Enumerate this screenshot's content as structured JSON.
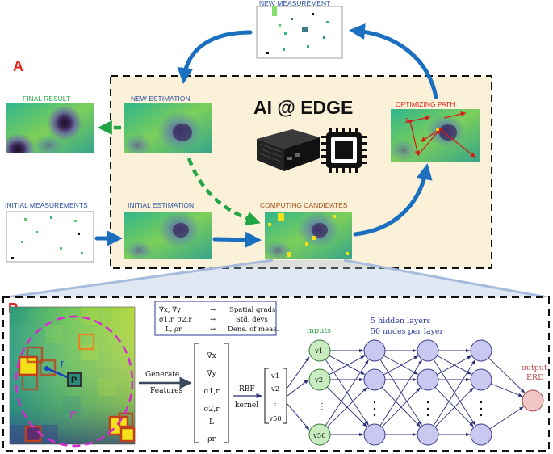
{
  "panel_a": {
    "letter": "A",
    "ai_title": "AI @ EDGE",
    "labels": {
      "new_measurement": "NEW MEASUREMENT",
      "final_result": "FINAL RESULT",
      "new_estimation": "NEW ESTIMATION",
      "optimizing_path": "OPTIMIZING PATH",
      "initial_measurements": "INITIAL MEASUREMENTS",
      "initial_estimation": "INITIAL ESTIMATION",
      "computing_candidates": "COMPUTING CANDIDATES"
    },
    "path_label": "2"
  },
  "panel_b": {
    "letter": "B",
    "map_labels": {
      "L": "L",
      "P": "P",
      "r": "r"
    },
    "feature_table": [
      {
        "sym": "∇x, ∇y",
        "arrow": "→",
        "desc": "Spatial grads"
      },
      {
        "sym": "σ1,r, σ2,r",
        "arrow": "→",
        "desc": "Std. devs"
      },
      {
        "sym": "L, ρr",
        "arrow": "→",
        "desc": "Dens. of meas."
      }
    ],
    "generate_label": [
      "Generate",
      "Features"
    ],
    "feature_vector": [
      "∇x",
      "∇y",
      "σ1,r",
      "σ2,r",
      "L",
      "ρr"
    ],
    "rbf_label": [
      "RBF",
      "kernel"
    ],
    "rbf_vector": [
      "v1",
      "v2",
      "⋮",
      "v50"
    ],
    "inputs_label": "inputs",
    "input_nodes": [
      "v1",
      "v2",
      "⋮",
      "v50"
    ],
    "hidden_label": [
      "5 hidden layers",
      "50 nodes per layer"
    ],
    "output_label": [
      "output",
      "ERD"
    ]
  },
  "colors": {
    "arrow_blue": "#1a6fbf",
    "arrow_green": "#22a545",
    "panel_bg": "#fbf1d9",
    "label_red": "#e3221b",
    "label_green": "#27a844",
    "label_blue": "#2c52a0",
    "label_brown": "#a0521b",
    "node_green": "#c9ecc0",
    "node_blue": "#c8c8f0",
    "node_red": "#f3c6c6"
  }
}
